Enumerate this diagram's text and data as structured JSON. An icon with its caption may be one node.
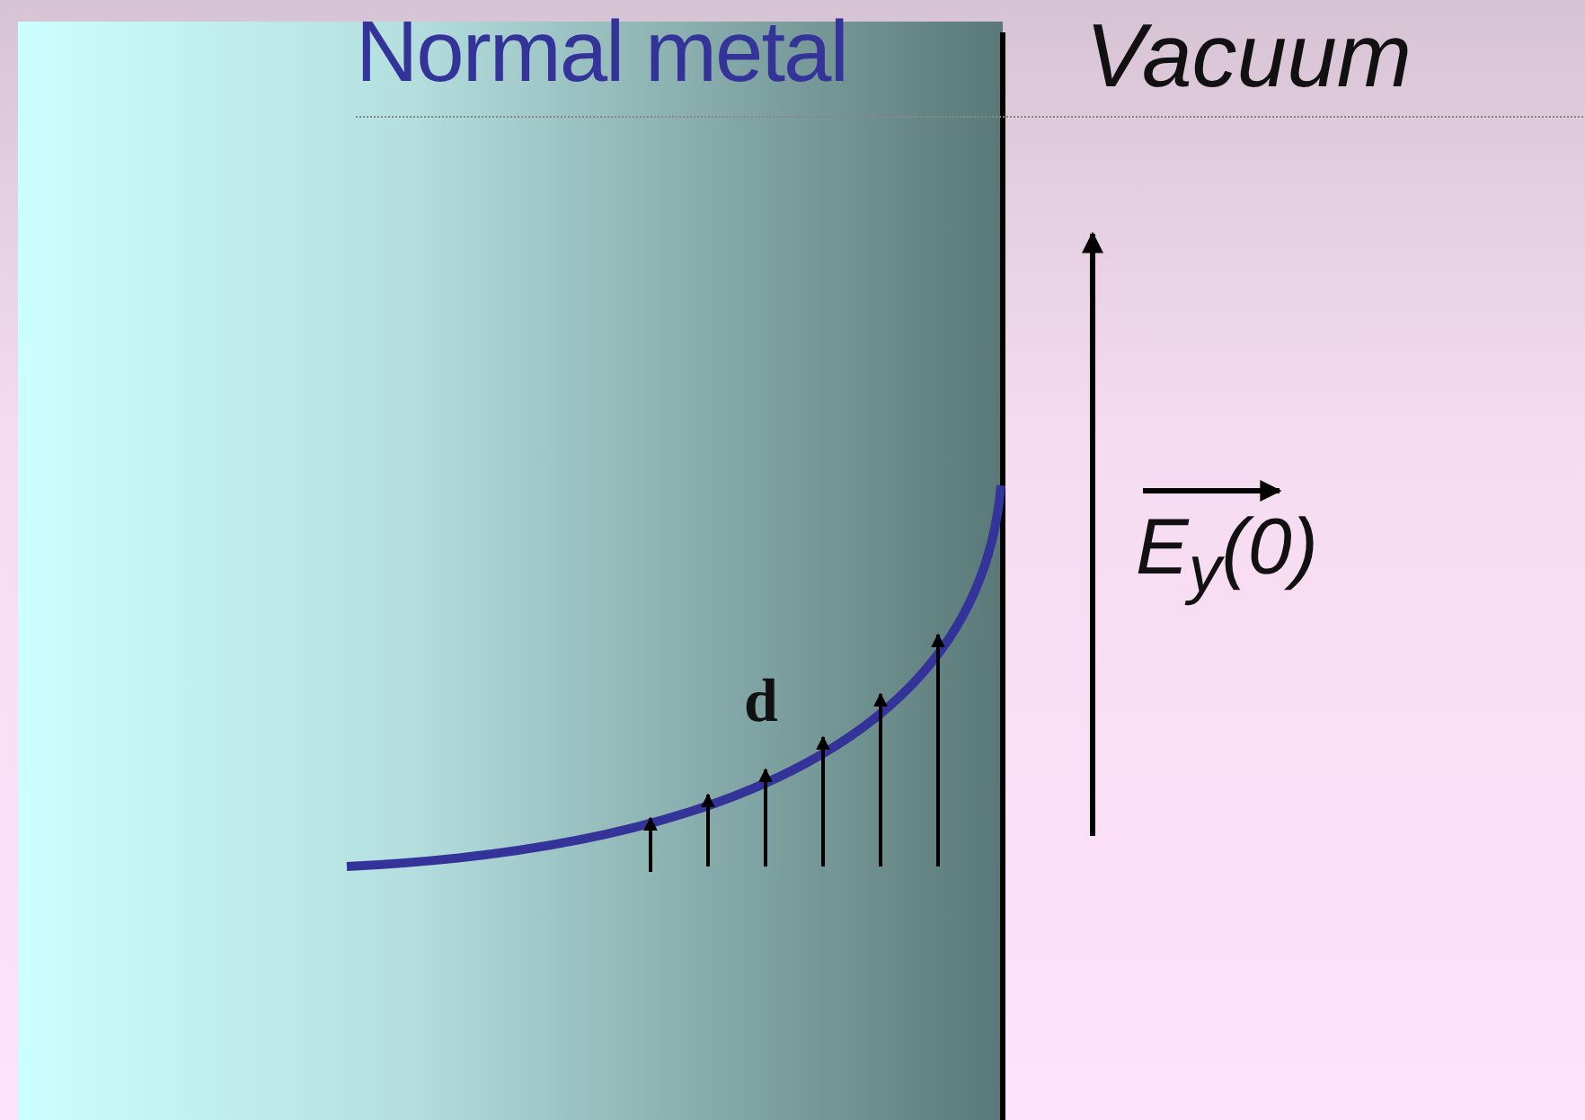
{
  "diagram": {
    "nodes": [
      {
        "text": [
          "Normal metal"
        ]
      }
    ],
    "labels": [
      "Vacuum",
      "d",
      "E$_{y}$(0)"
    ]
  }
}
